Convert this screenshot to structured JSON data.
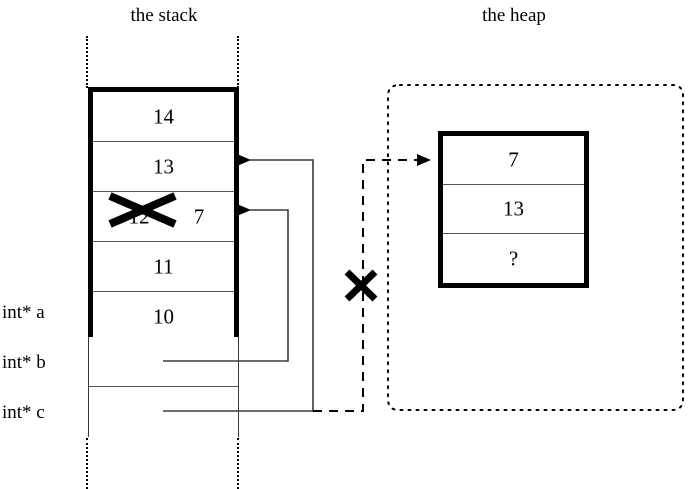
{
  "titles": {
    "stack": "the stack",
    "heap": "the heap"
  },
  "stack": {
    "slots": [
      {
        "value": "14",
        "struck": false
      },
      {
        "value": "13",
        "struck": false
      },
      {
        "value": "12",
        "struck": true,
        "replacement": "7"
      },
      {
        "value": "11",
        "struck": false
      },
      {
        "value": "10",
        "struck": false
      }
    ],
    "pointer_rows": [
      {
        "label": "int* a"
      },
      {
        "label": "int* b"
      },
      {
        "label": "int* c"
      }
    ]
  },
  "heap": {
    "slots": [
      {
        "value": "7"
      },
      {
        "value": "13"
      },
      {
        "value": "?"
      }
    ]
  },
  "annotations": {
    "invalid_pointer_mark": "X",
    "struck_value_mark": "X"
  },
  "colors": {
    "ink": "#000000",
    "rule": "#555555",
    "background": "#ffffff"
  }
}
